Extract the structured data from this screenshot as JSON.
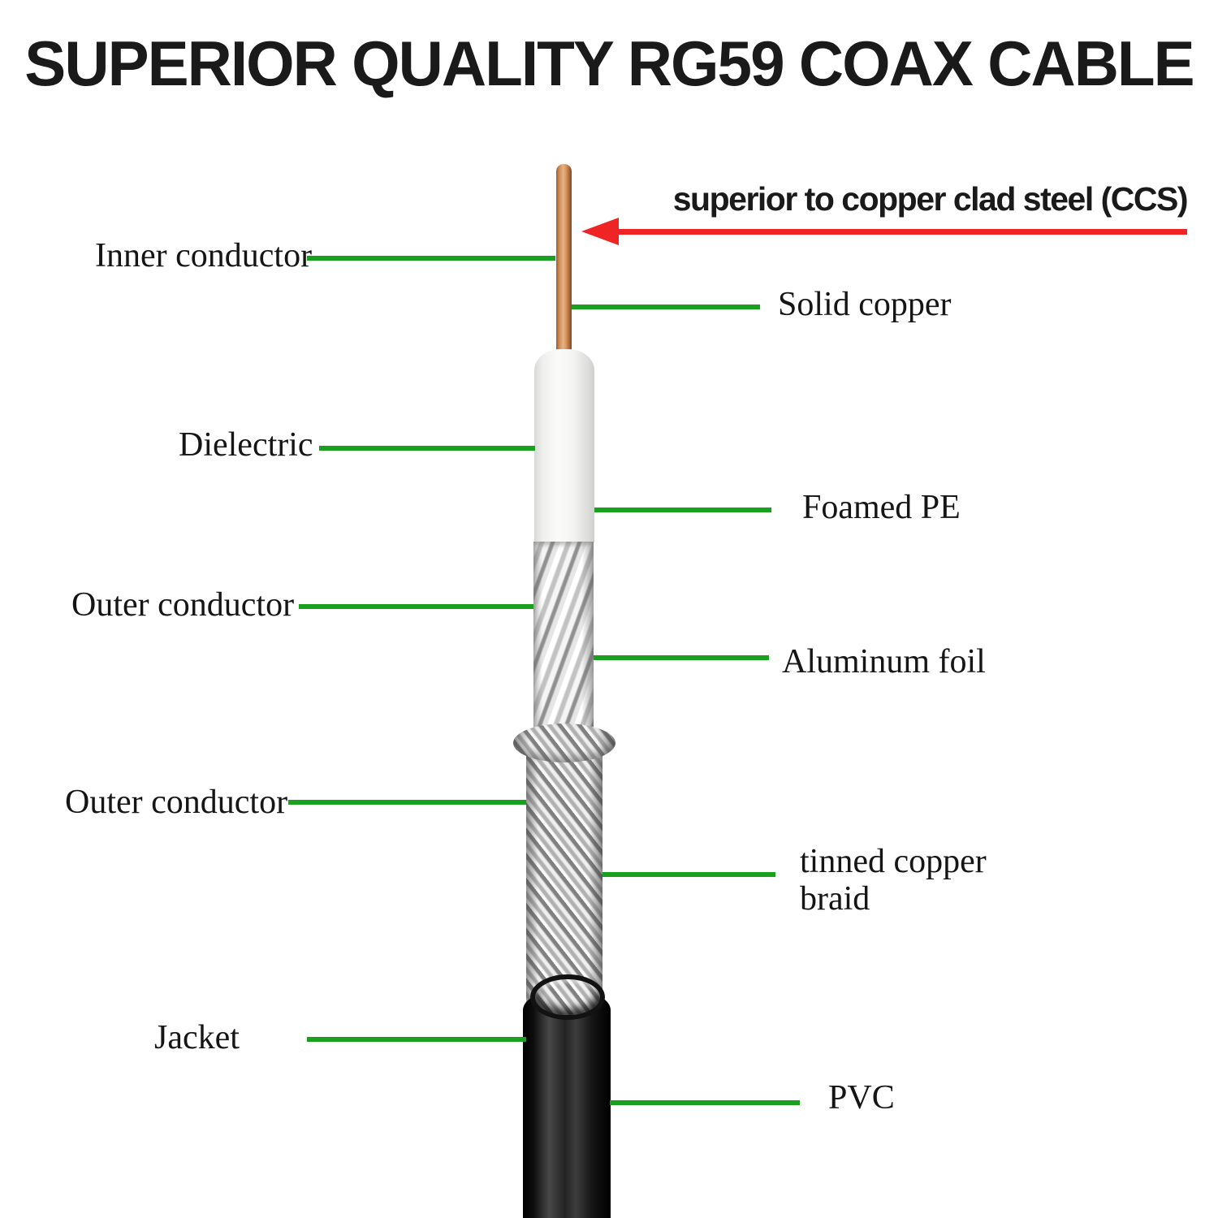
{
  "title": "SUPERIOR QUALITY RG59 COAX CABLE",
  "callout": {
    "text": "superior to copper clad steel (CCS)"
  },
  "labels_left": [
    {
      "text": "Inner conductor"
    },
    {
      "text": "Dielectric"
    },
    {
      "text": "Outer conductor"
    },
    {
      "text": "Outer conductor"
    },
    {
      "text": "Jacket"
    }
  ],
  "labels_right": [
    {
      "text": "Solid copper"
    },
    {
      "text": "Foamed PE"
    },
    {
      "text": "Aluminum foil"
    },
    {
      "text": "tinned copper braid"
    },
    {
      "text": "PVC"
    }
  ],
  "colors": {
    "leader_line_green": "#18a01e",
    "arrow_red": "#ee2524",
    "copper": "#d99a67",
    "dielectric_white": "#fbfbfa",
    "shield_silver": "#cfcfcf",
    "jacket_black": "#121212"
  }
}
